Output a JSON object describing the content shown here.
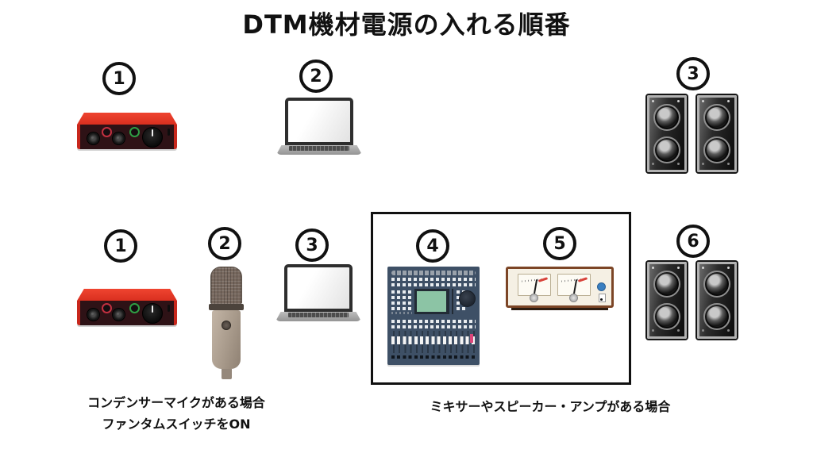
{
  "title": "DTM機材電源の入れる順番",
  "top_row": {
    "steps": [
      {
        "number": "1",
        "device": "audio-interface"
      },
      {
        "number": "2",
        "device": "laptop"
      },
      {
        "number": "3",
        "device": "monitor-speakers"
      }
    ]
  },
  "bottom_row": {
    "steps": [
      {
        "number": "1",
        "device": "audio-interface"
      },
      {
        "number": "2",
        "device": "condenser-microphone"
      },
      {
        "number": "3",
        "device": "laptop"
      },
      {
        "number": "4",
        "device": "digital-mixer"
      },
      {
        "number": "5",
        "device": "power-amplifier"
      },
      {
        "number": "6",
        "device": "monitor-speakers"
      }
    ]
  },
  "captions": {
    "condenser_mic_line1": "コンデンサーマイクがある場合",
    "condenser_mic_line2": "ファンタムスイッチをON",
    "mixer_amp": "ミキサーやスピーカー・アンプがある場合"
  },
  "colors": {
    "interface_red": "#e03a28",
    "interface_panel": "#2e1216",
    "gain_ring_red": "#c23040",
    "power_ring_green": "#2f9e44",
    "mixer_panel": "#3e5066",
    "mixer_screen_green": "#8cc4a5",
    "mixer_fader_pink": "#dc4579",
    "amp_frame_brown": "#7c4526",
    "amp_face_cream": "#f5f0e4",
    "amp_button_blue": "#3a7fc1",
    "vu_needle_red": "#d8433b",
    "mic_body_beige": "#a89a8b",
    "speaker_black": "#0b0b0b",
    "outline_black": "#111111"
  }
}
